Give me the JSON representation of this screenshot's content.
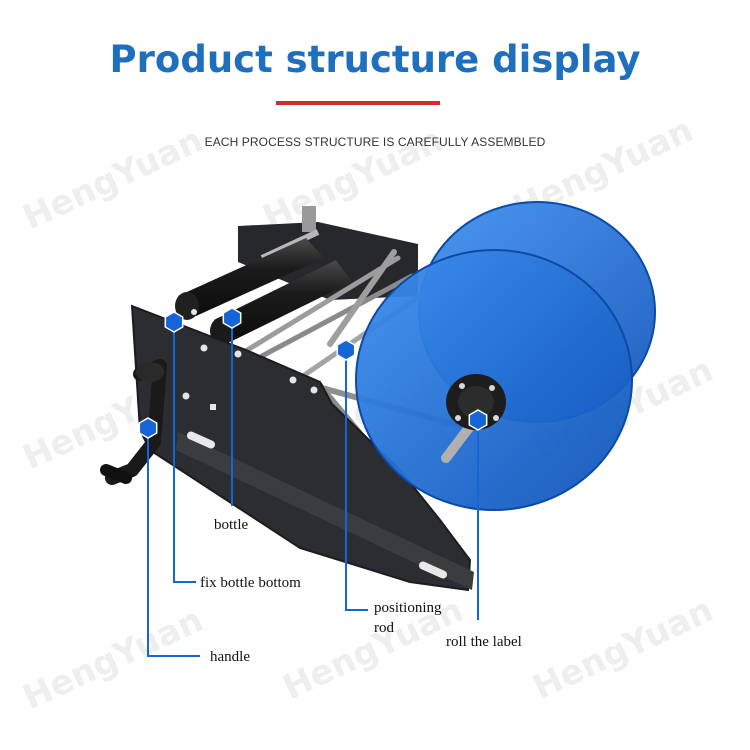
{
  "title": "Product structure display",
  "subtitle": "EACH PROCESS STRUCTURE IS CAREFULLY ASSEMBLED",
  "watermark": "HengYuan",
  "colors": {
    "title": "#1f6fbf",
    "rule": "#d42a2a",
    "disc": "#1a6fd6",
    "marker": "#1565d8",
    "frame": "#2b2d31"
  },
  "callouts": {
    "bottle": "bottle",
    "fix_bottle_bottom": "fix bottle bottom",
    "positioning_rod_line1": "positioning",
    "positioning_rod_line2": "rod",
    "roll_the_label": "roll the label",
    "handle": "handle"
  }
}
